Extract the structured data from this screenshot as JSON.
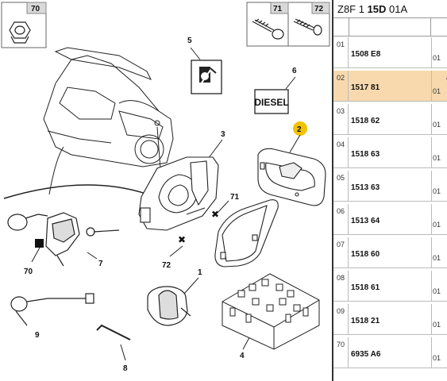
{
  "diagram": {
    "callouts": {
      "c1": "1",
      "c2": "2",
      "c3": "3",
      "c4": "4",
      "c5": "5",
      "c6": "6",
      "c7": "7",
      "c8": "8",
      "c9": "9",
      "c70a": "70",
      "c70b": "70",
      "c71a": "71",
      "c71b": "71",
      "c72a": "72",
      "c72b": "72"
    },
    "diesel_label": "DIESEL"
  },
  "panel": {
    "header_prefix": "Z8F 1 ",
    "header_bold": "15D",
    "header_suffix": " 01A",
    "rows": [
      {
        "idx": "01",
        "ref": "1508 E8",
        "qty": "01",
        "tail": "",
        "selected": false
      },
      {
        "idx": "02",
        "ref": "1517 81",
        "qty": "01",
        "tail": "A",
        "selected": true
      },
      {
        "idx": "03",
        "ref": "1518 62",
        "qty": "01",
        "tail": "",
        "selected": false
      },
      {
        "idx": "04",
        "ref": "1518 63",
        "qty": "01",
        "tail": "",
        "selected": false
      },
      {
        "idx": "05",
        "ref": "1513 63",
        "qty": "01",
        "tail": "",
        "selected": false
      },
      {
        "idx": "06",
        "ref": "1513 64",
        "qty": "01",
        "tail": "",
        "selected": false
      },
      {
        "idx": "07",
        "ref": "1518 60",
        "qty": "01",
        "tail": "",
        "selected": false
      },
      {
        "idx": "08",
        "ref": "1518 61",
        "qty": "01",
        "tail": "",
        "selected": false
      },
      {
        "idx": "09",
        "ref": "1518 21",
        "qty": "01",
        "tail": "",
        "selected": false
      },
      {
        "idx": "70",
        "ref": "6935 A6",
        "qty": "01",
        "tail": "",
        "selected": false
      }
    ]
  }
}
